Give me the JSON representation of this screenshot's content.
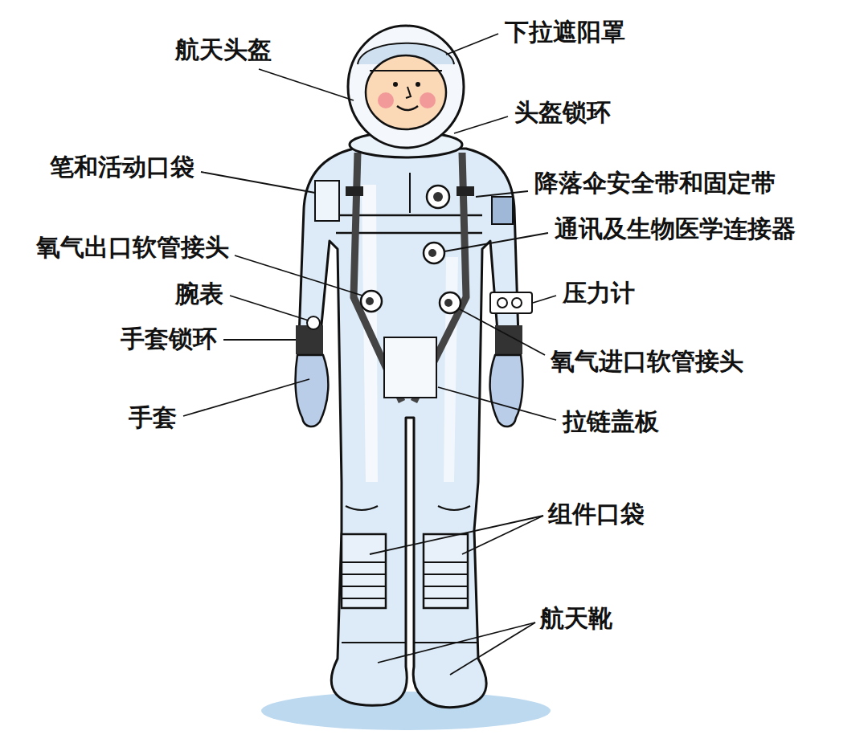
{
  "diagram": {
    "labels": [
      "航天头盔",
      "下拉遮阳罩",
      "头盔锁环",
      "笔和活动口袋",
      "降落伞安全带和固定带",
      "通讯及生物医学连接器",
      "氧气出口软管接头",
      "腕表",
      "压力计",
      "手套锁环",
      "氧气进口软管接头",
      "手套",
      "拉链盖板",
      "组件口袋",
      "航天靴"
    ]
  }
}
